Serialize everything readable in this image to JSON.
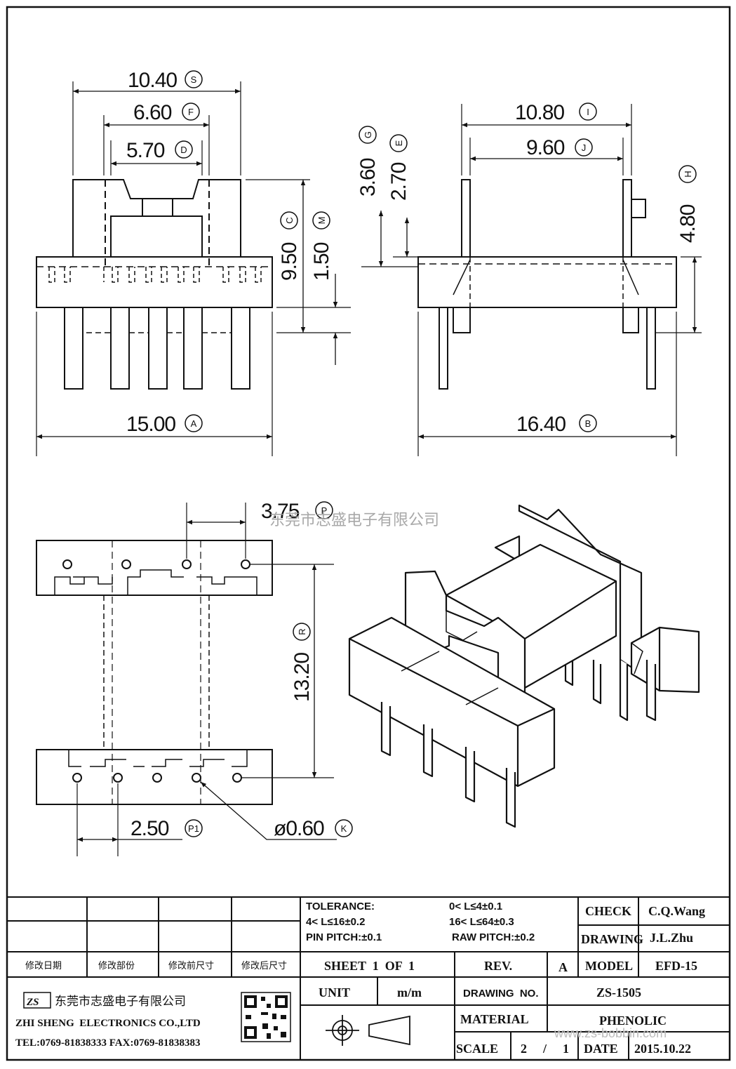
{
  "dimensions": {
    "S": {
      "value": "10.40",
      "ref": "S"
    },
    "F": {
      "value": "6.60",
      "ref": "F"
    },
    "D": {
      "value": "5.70",
      "ref": "D"
    },
    "C": {
      "value": "9.50",
      "ref": "C"
    },
    "M": {
      "value": "1.50",
      "ref": "M"
    },
    "A": {
      "value": "15.00",
      "ref": "A"
    },
    "I": {
      "value": "10.80",
      "ref": "I"
    },
    "J": {
      "value": "9.60",
      "ref": "J"
    },
    "G": {
      "value": "3.60",
      "ref": "G"
    },
    "E": {
      "value": "2.70",
      "ref": "E"
    },
    "H": {
      "value": "4.80",
      "ref": "H"
    },
    "B": {
      "value": "16.40",
      "ref": "B"
    },
    "P": {
      "value": "3.75",
      "ref": "P"
    },
    "R": {
      "value": "13.20",
      "ref": "R"
    },
    "P1": {
      "value": "2.50",
      "ref": "P1"
    },
    "K": {
      "value": "ø0.60",
      "ref": "K"
    }
  },
  "watermark": "东莞市志盛电子有限公司",
  "watermark_url": "www.zs-bobbin.com",
  "title_block": {
    "revision_headers": [
      "修改日期",
      "修改部份",
      "修改前尺寸",
      "修改后尺寸"
    ],
    "tolerance_label": "TOLERANCE:",
    "tol_1": "0< L≤4±0.1",
    "tol_2": "4< L≤16±0.2",
    "tol_3": "16< L≤64±0.3",
    "pin_pitch": "PIN PITCH:±0.1",
    "raw_pitch": "RAW PITCH:±0.2",
    "check_label": "CHECK",
    "check_value": "C.Q.Wang",
    "drawing_label": "DRAWING",
    "drawing_value": "J.L.Zhu",
    "sheet": "SHEET  1  OF  1",
    "rev_label": "REV.",
    "rev_value": "A",
    "model_label": "MODEL",
    "model_value": "EFD-15",
    "unit_label": "UNIT",
    "unit_value": "m/m",
    "drawing_no_label": "DRAWING  NO.",
    "drawing_no_value": "ZS-1505",
    "material_label": "MATERIAL",
    "material_value": "PHENOLIC",
    "scale_label": "SCALE",
    "scale_num": "2",
    "scale_sep": "/",
    "scale_den": "1",
    "date_label": "DATE",
    "date_value": "2015.10.22"
  },
  "company": {
    "logo": "ZS",
    "name_cn": "东莞市志盛电子有限公司",
    "name_en": "ZHI SHENG  ELECTRONICS CO.,LTD",
    "contact": "TEL:0769-81838333 FAX:0769-81838383"
  }
}
